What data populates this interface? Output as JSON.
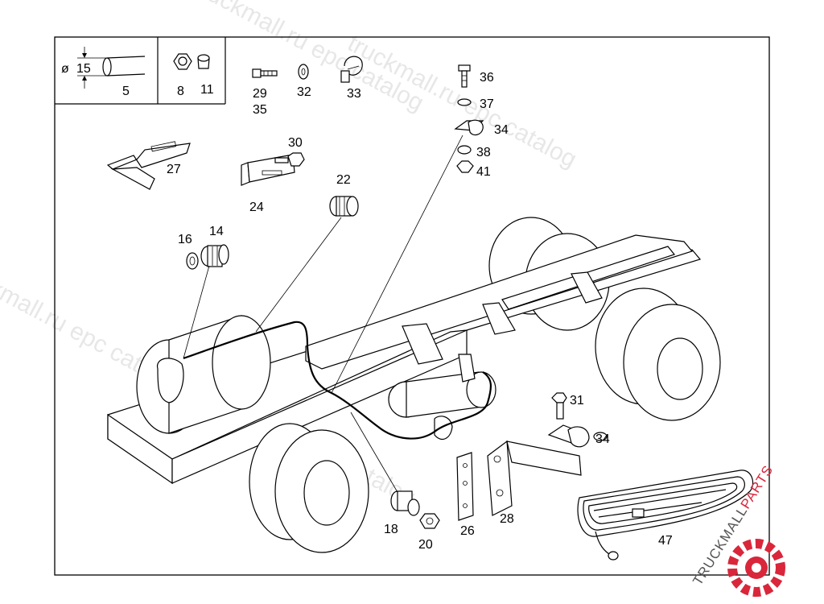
{
  "watermarks": [
    "truckmall.ru epc catalog",
    "truckmall.ru epc catalog",
    "truckmall.ru epc catalog",
    "truckmall.ru epc catalog"
  ],
  "brand": {
    "part1": "TRUCKMALL",
    "part2": "PARTS",
    "color_dark": "#555555",
    "color_accent": "#d9263b"
  },
  "dimension": {
    "symbol": "ø",
    "value": "15"
  },
  "callouts": {
    "c5": "5",
    "c8": "8",
    "c11": "11",
    "c14": "14",
    "c16": "16",
    "c18": "18",
    "c20": "20",
    "c22": "22",
    "c24": "24",
    "c26": "26",
    "c27": "27",
    "c28": "28",
    "c29": "29",
    "c30": "30",
    "c31": "31",
    "c32": "32",
    "c33": "33",
    "c34a": "34",
    "c34b": "34",
    "c35": "35",
    "c36": "36",
    "c37": "37",
    "c38": "38",
    "c41": "41",
    "c47": "47"
  }
}
